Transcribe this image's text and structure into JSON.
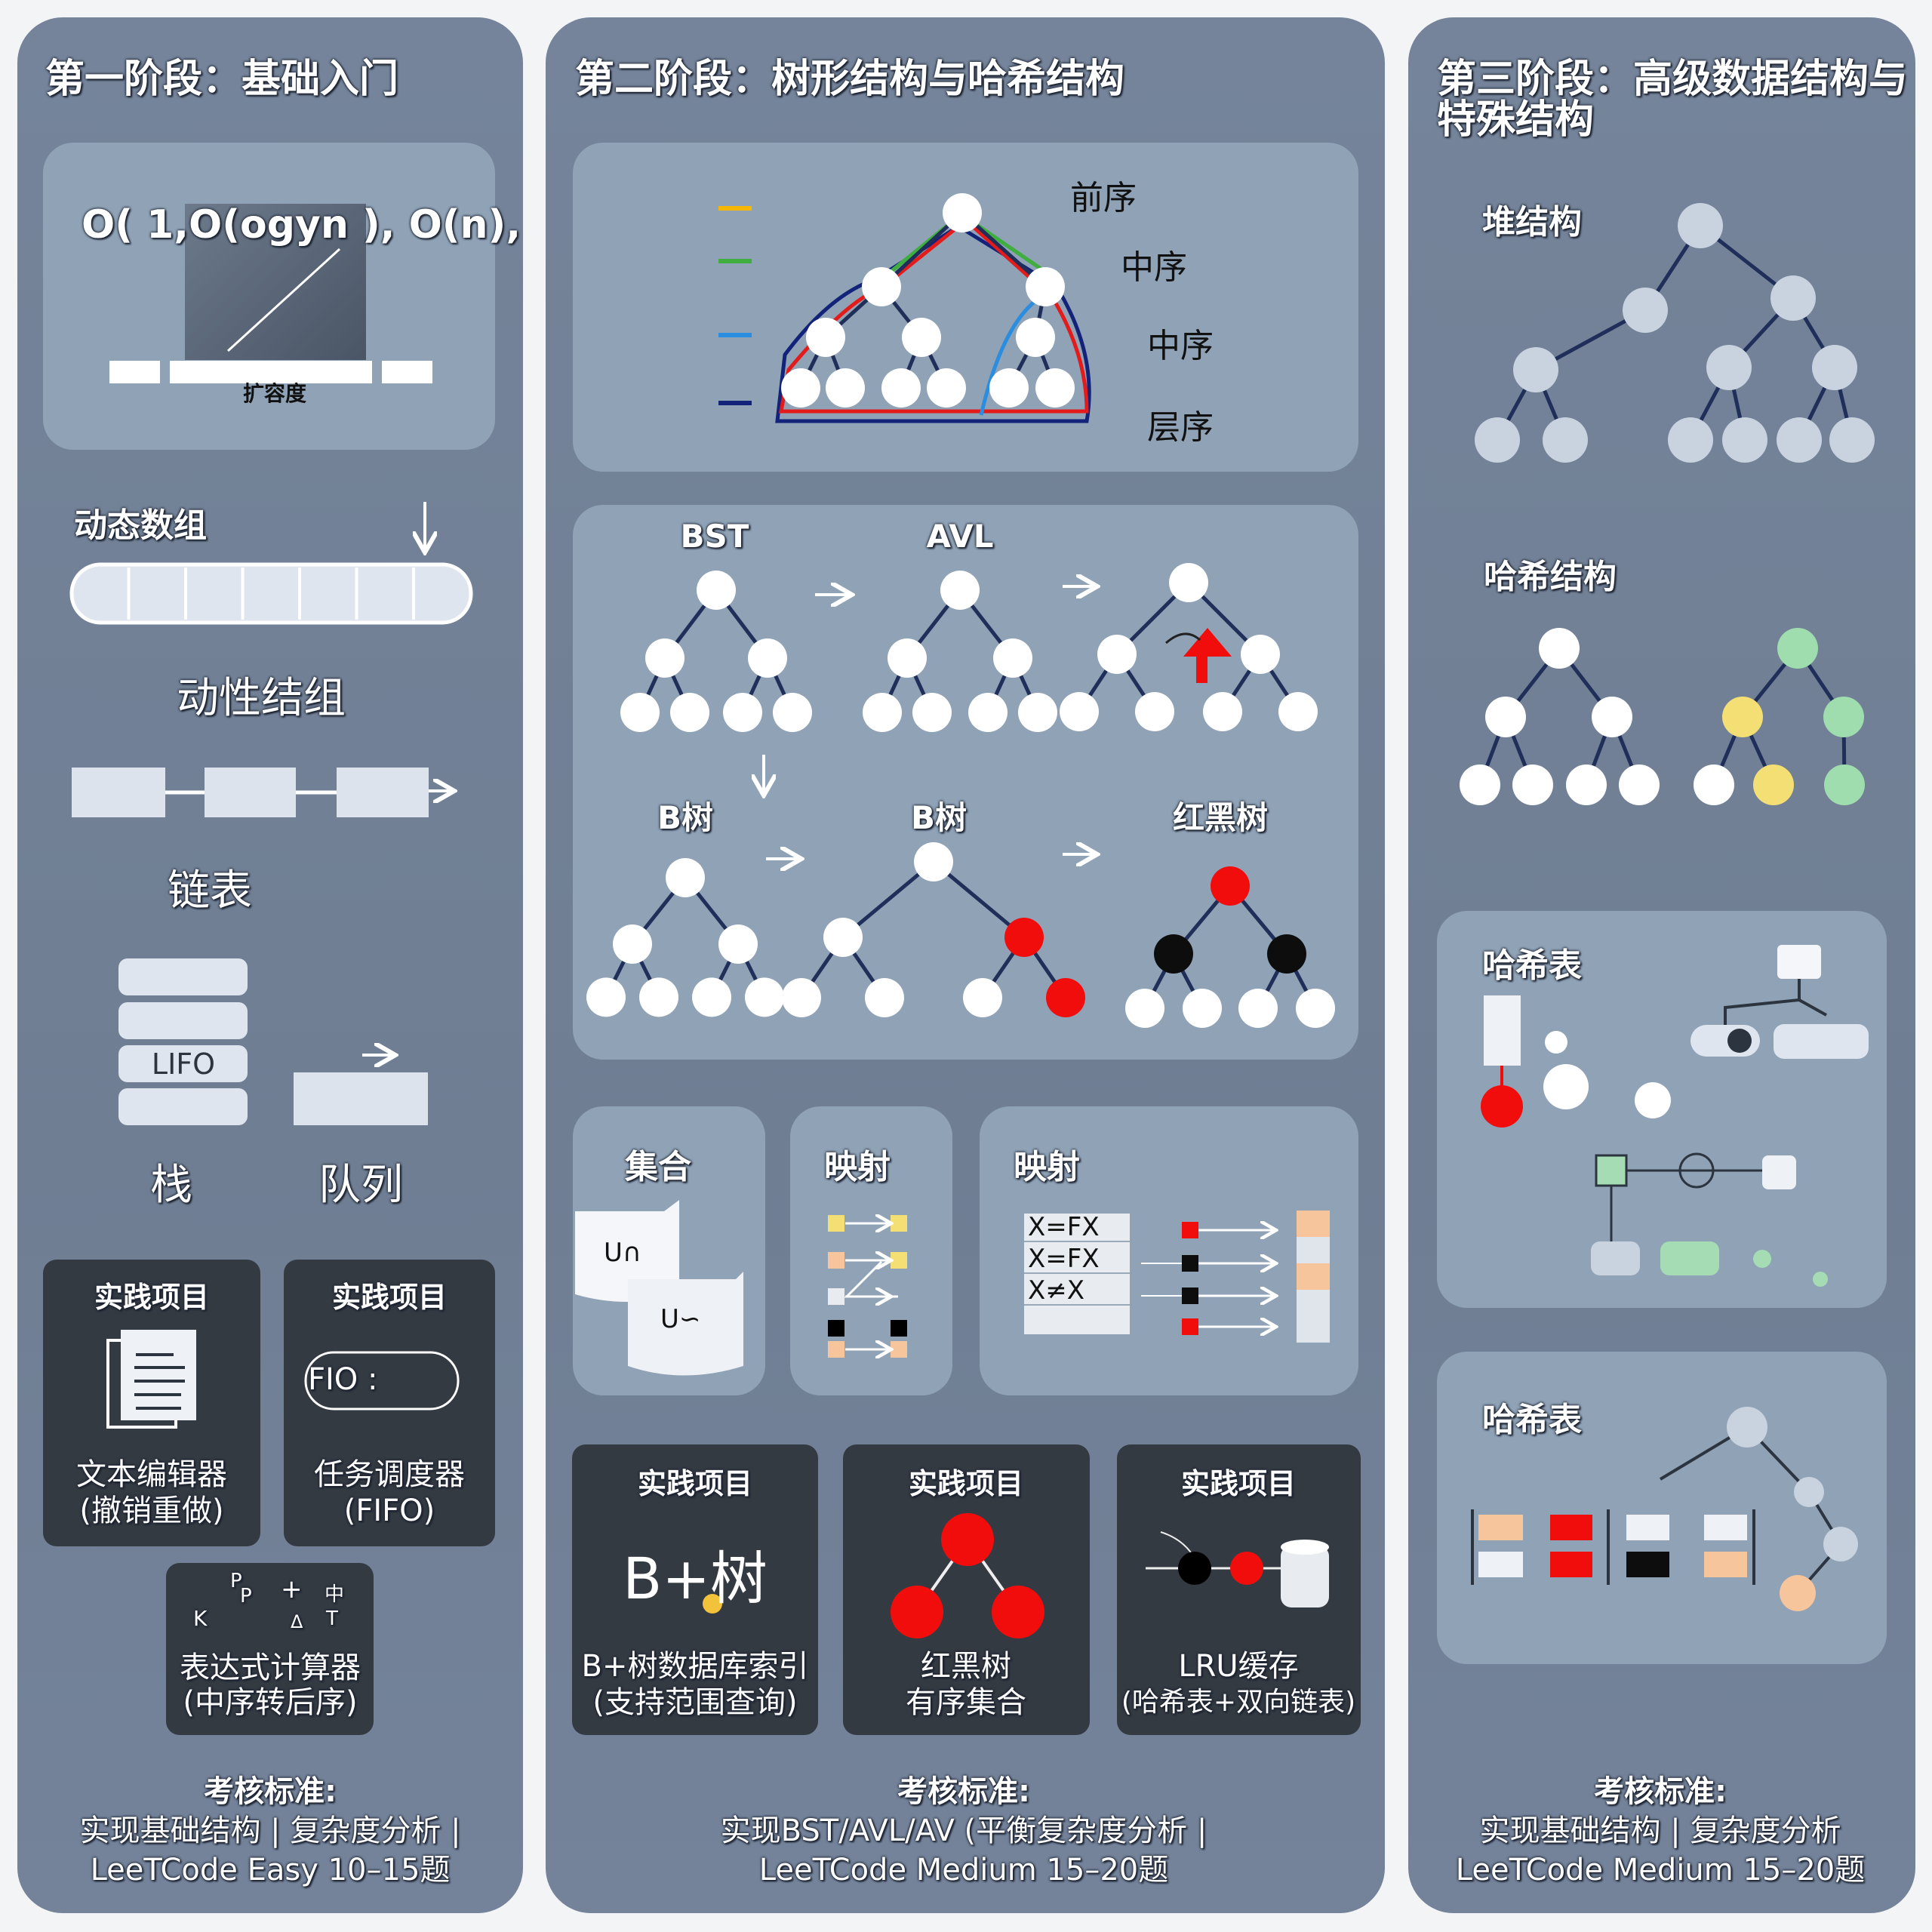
{
  "stage1": {
    "title": "第一阶段：基础入门",
    "complexity": {
      "formula": "O( 1,O(ogyn ), O(n),",
      "caption": "扩容度"
    },
    "dynamic_array": {
      "label": "动态数组",
      "caption": "动性结组"
    },
    "linked_list": {
      "label": "链表"
    },
    "stack": {
      "label": "栈",
      "top_item": "LIFO"
    },
    "queue": {
      "label": "队列"
    },
    "projects": [
      {
        "heading": "实践项目",
        "line1": "文本编辑器",
        "line2": "(撤销重做)"
      },
      {
        "heading": "实践项目",
        "badge": "FIO :",
        "line1": "任务调度器",
        "line2": "(FIFO)"
      },
      {
        "symbols": [
          "P",
          "P",
          "+",
          "中",
          "K",
          "Δ",
          "T"
        ],
        "line1": "表达式计算器",
        "line2": "(中序转后序)"
      }
    ],
    "criteria": {
      "heading": "考核标准:",
      "line1": "实现基础结构 | 复杂度分析 |",
      "line2": "LeeTCode Easy 10–15题"
    }
  },
  "stage2": {
    "title": "第二阶段：树形结构与哈希结构",
    "traversal": {
      "labels": [
        "前序",
        "中序",
        "中序",
        "层序"
      ],
      "arrow_colors": [
        "#f5b700",
        "#3fae3f",
        "#2a8de0",
        "#13237a"
      ]
    },
    "trees": {
      "labels": [
        "BST",
        "AVL",
        "B树",
        "B树",
        "红黑树"
      ]
    },
    "collections": {
      "set": {
        "label": "集合",
        "items": [
          "U∩",
          "U∽"
        ]
      },
      "map1": {
        "label": "映射"
      },
      "map2": {
        "label": "映射",
        "keys": [
          "X=FX",
          "X=FX",
          "X≠X"
        ]
      }
    },
    "projects": [
      {
        "heading": "实践项目",
        "icon_text": "B+树",
        "line1": "B+树数据库索引",
        "line2": "(支持范围查询)"
      },
      {
        "heading": "实践项目",
        "line1": "红黑树",
        "line2": "有序集合"
      },
      {
        "heading": "实践项目",
        "line1": "LRU缓存",
        "line2": "(哈希表+双向链表)"
      }
    ],
    "criteria": {
      "heading": "考核标准:",
      "line1": "实现BST/AVL/AV (平衡复杂度分析 |",
      "line2": "LeeTCode Medium 15–20题"
    }
  },
  "stage3": {
    "title_line1": "第三阶段：高级数据结构与",
    "title_line2": "特殊结构",
    "heap": {
      "label": "堆结构"
    },
    "hash_structure": {
      "label": "哈希结构"
    },
    "hash_table_1": {
      "label": "哈希表"
    },
    "hash_table_2": {
      "label": "哈希表"
    },
    "criteria": {
      "heading": "考核标准:",
      "line1": "实现基础结构 | 复杂度分析",
      "line2": "LeeTCode Medium 15–20题"
    }
  },
  "colors": {
    "red": "#f20d0d",
    "black": "#0d0d0d",
    "yellow": "#f3df73",
    "green": "#9fdcae",
    "peach": "#f6c59c",
    "node": "#ffffff",
    "heap_node": "#c9d3e0"
  }
}
